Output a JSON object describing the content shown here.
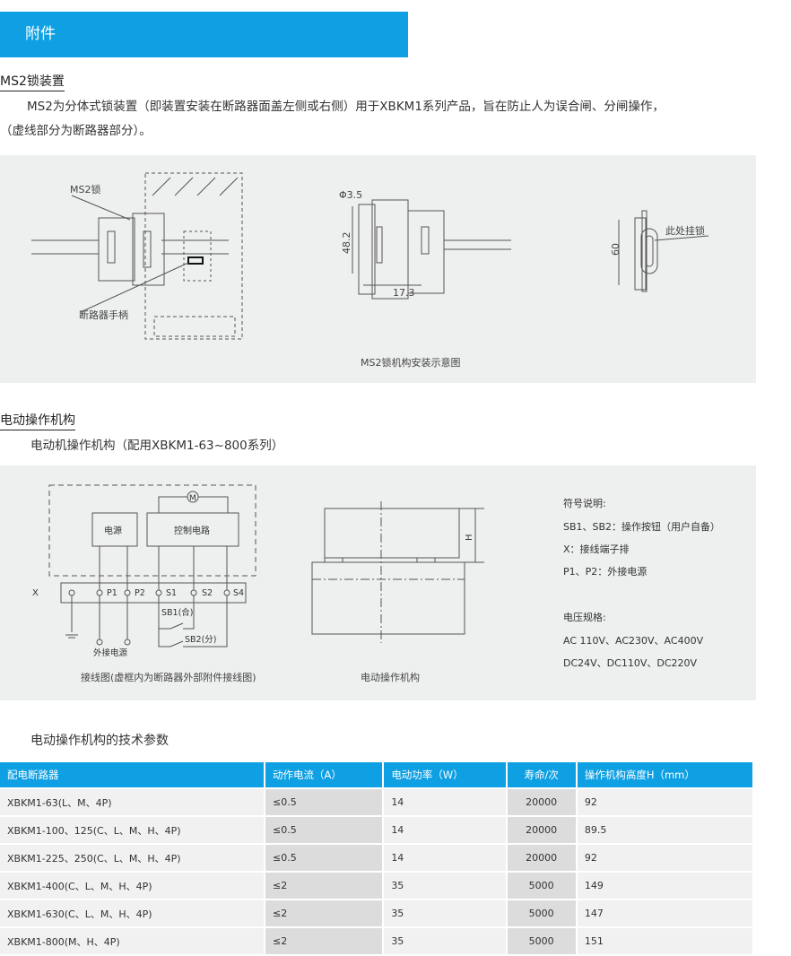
{
  "banner": "附件",
  "ms2": {
    "title": "MS2锁装置",
    "line1": "MS2为分体式锁装置（即装置安装在断路器面盖左侧或右侧）用于XBKM1系列产品，旨在防止人为误合闸、分闸操作，",
    "line2": "（虚线部分为断路器部分）。",
    "labels": {
      "lock": "MS2锁",
      "handle": "断路器手柄",
      "phi": "Φ3.5",
      "h482": "48.2",
      "w173": "17.3",
      "h60": "60",
      "hang": "此处挂锁"
    },
    "caption": "MS2锁机构安装示意图"
  },
  "electric": {
    "title": "电动操作机构",
    "subtitle": "电动机操作机构（配用XBKM1-63~800系列）",
    "wiring": {
      "motor": "M",
      "power": "电源",
      "control": "控制电路",
      "x": "X",
      "terminals": [
        "P1",
        "P2",
        "S1",
        "S2",
        "S4"
      ],
      "sb1": "SB1(合)",
      "sb2": "SB2(分)",
      "ext": "外接电源",
      "caption": "接线图(虚框内为断路器外部附件接线图)"
    },
    "mech": {
      "h": "H",
      "caption": "电动操作机构"
    },
    "legend": {
      "title": "符号说明:",
      "l1": "SB1、SB2：操作按钮（用户自备）",
      "l2": "X：接线端子排",
      "l3": "P1、P2：外接电源",
      "vtitle": "电压规格:",
      "v1": "AC 110V、AC230V、AC400V",
      "v2": "DC24V、DC110V、DC220V"
    }
  },
  "table": {
    "title": "电动操作机构的技术参数",
    "headers": [
      "配电断路器",
      "动作电流（A）",
      "电动功率（W）",
      "寿命/次",
      "操作机构高度H（mm）"
    ],
    "rows": [
      [
        "XBKM1-63(L、M、4P)",
        "≤0.5",
        "14",
        "20000",
        "92"
      ],
      [
        "XBKM1-100、125(C、L、M、H、4P)",
        "≤0.5",
        "14",
        "20000",
        "89.5"
      ],
      [
        "XBKM1-225、250(C、L、M、H、4P)",
        "≤0.5",
        "14",
        "20000",
        "92"
      ],
      [
        "XBKM1-400(C、L、M、H、4P)",
        "≤2",
        "35",
        "5000",
        "149"
      ],
      [
        "XBKM1-630(C、L、M、H、4P)",
        "≤2",
        "35",
        "5000",
        "147"
      ],
      [
        "XBKM1-800(M、H、4P)",
        "≤2",
        "35",
        "5000",
        "151"
      ]
    ]
  }
}
